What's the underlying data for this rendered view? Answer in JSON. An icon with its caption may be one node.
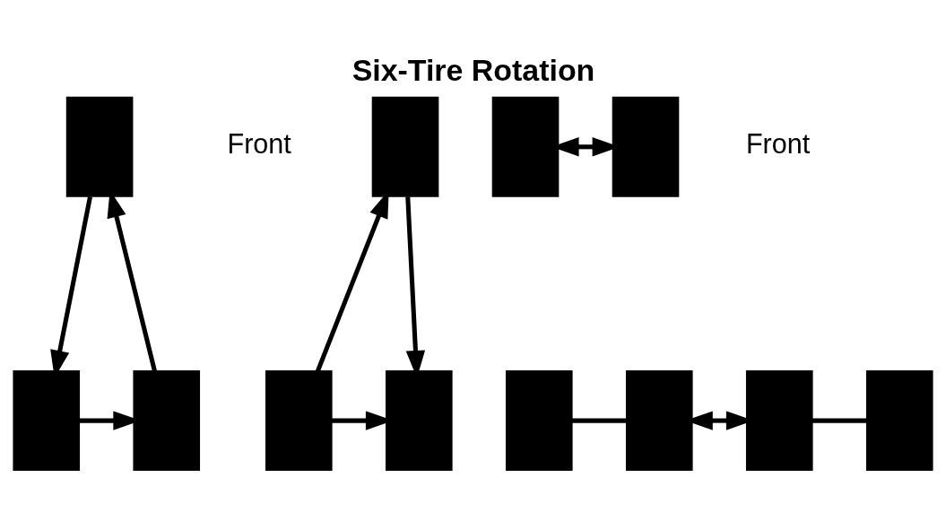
{
  "diagram": {
    "title": "Six-Tire Rotation",
    "nodes": [
      {
        "text": [],
        "shape": "box"
      },
      {
        "text": [],
        "shape": "box"
      },
      {
        "text": [],
        "shape": "box"
      },
      {
        "text": [],
        "shape": "box"
      },
      {
        "text": [],
        "shape": "box"
      },
      {
        "text": [],
        "shape": "box"
      },
      {
        "text": [],
        "shape": "box"
      },
      {
        "text": [],
        "shape": "box"
      },
      {
        "text": [],
        "shape": "box"
      },
      {
        "text": [],
        "shape": "box"
      },
      {
        "text": [],
        "shape": "box"
      },
      {
        "text": [],
        "shape": "box"
      }
    ],
    "edges": [
      {
        "from": 0,
        "to": 4,
        "arrow": "to"
      },
      {
        "from": 5,
        "to": 0,
        "arrow": "to"
      },
      {
        "from": 6,
        "to": 1,
        "arrow": "to"
      },
      {
        "from": 1,
        "to": 7,
        "arrow": "to"
      },
      {
        "from": 4,
        "to": 5,
        "arrow": "to"
      },
      {
        "from": 6,
        "to": 7,
        "arrow": "to"
      },
      {
        "from": 2,
        "to": 3,
        "arrow": "both"
      },
      {
        "from": 8,
        "to": 9,
        "arrow": "none"
      },
      {
        "from": 10,
        "to": 11,
        "arrow": "none"
      },
      {
        "from": 9,
        "to": 10,
        "arrow": "both"
      }
    ],
    "labels": [
      "Front",
      "Front"
    ]
  }
}
